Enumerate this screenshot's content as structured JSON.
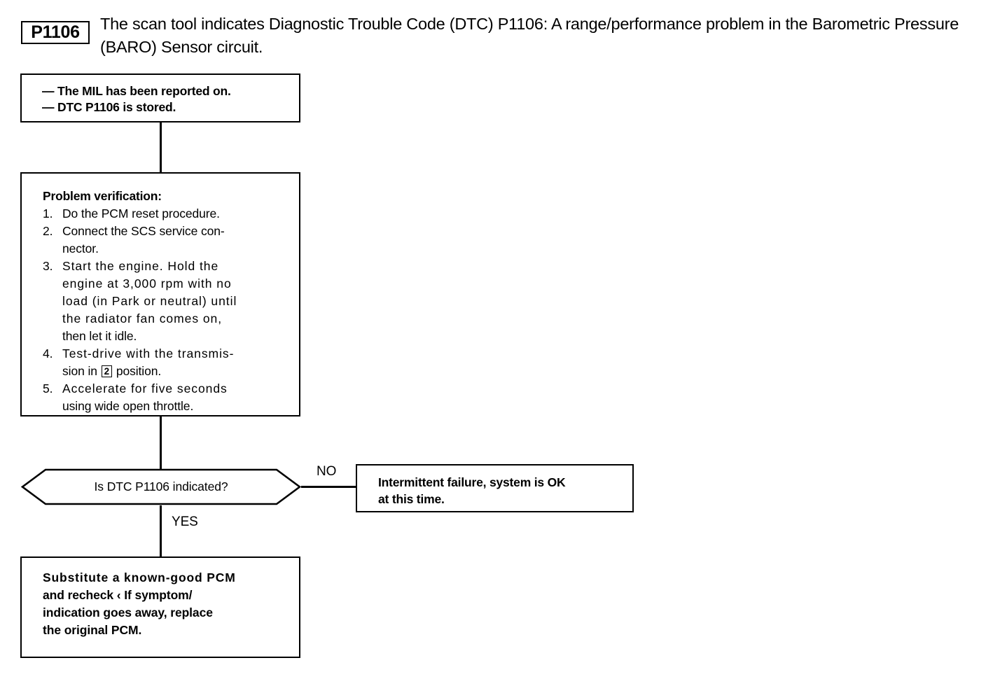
{
  "header": {
    "dtc_code": "P1106",
    "description": "The scan tool indicates Diagnostic Trouble Code (DTC) P1106: A range/performance problem in the Barometric Pressure (BARO) Sensor circuit."
  },
  "symptom_box": {
    "dash": "—",
    "items": [
      "The MIL has been reported on.",
      "DTC P1106 is stored."
    ]
  },
  "verification_box": {
    "title": "Problem verification:",
    "steps": [
      {
        "num": "1.",
        "text": "Do the PCM reset procedure."
      },
      {
        "num": "2.",
        "text": "Connect the SCS service con-"
      },
      {
        "num": "",
        "text": "nector."
      },
      {
        "num": "3.",
        "text": "Start the engine. Hold the"
      },
      {
        "num": "",
        "text": "engine at 3,000 rpm with no"
      },
      {
        "num": "",
        "text": "load (in Park or neutral) until"
      },
      {
        "num": "",
        "text": "the radiator fan comes on,"
      },
      {
        "num": "",
        "text": "then let it idle."
      },
      {
        "num": "4.",
        "text": "Test-drive with the transmis-"
      },
      {
        "num": "",
        "text": "sion in [2] position."
      },
      {
        "num": "5.",
        "text": "Accelerate for five seconds"
      },
      {
        "num": "",
        "text": "using wide open throttle."
      }
    ],
    "step4_gear_position": "2"
  },
  "decision": {
    "question": "Is DTC P1106 indicated?",
    "branch_no": "NO",
    "branch_yes": "YES"
  },
  "intermittent_box": {
    "line1": "Intermittent failure, system is OK",
    "line2": "at this time."
  },
  "final_action_box": {
    "line1": "Substitute a known-good PCM",
    "line2": "and recheck ‹ If symptom/",
    "line3": "indication goes away, replace",
    "line4": "the original PCM."
  }
}
